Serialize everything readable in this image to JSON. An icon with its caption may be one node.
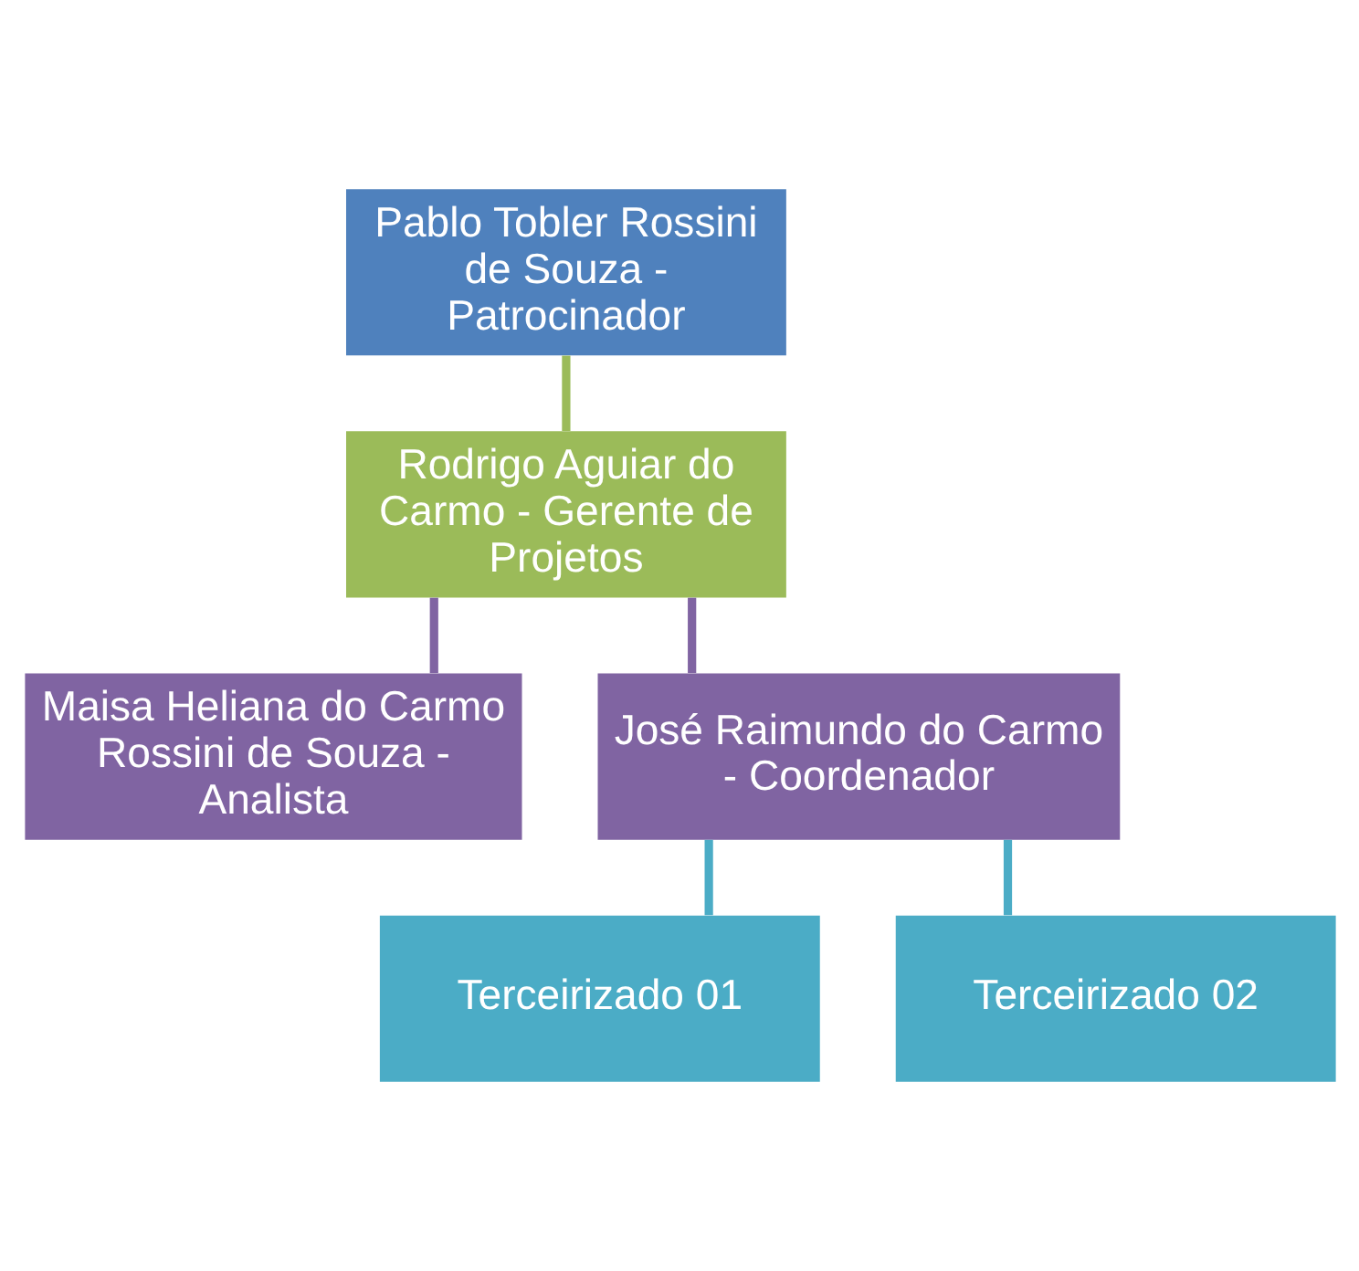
{
  "diagram": {
    "nodes": [
      {
        "text": [
          "Pablo Tobler Rossini de Souza - Patrocinador"
        ]
      },
      {
        "text": [
          "Rodrigo Aguiar do Carmo - Gerente de Projetos"
        ]
      },
      {
        "text": [
          "Maisa Heliana do Carmo Rossini de Souza - Analista"
        ]
      },
      {
        "text": [
          "José Raimundo do Carmo - Coordenador"
        ]
      },
      {
        "text": [
          "Terceirizado 01"
        ]
      },
      {
        "text": [
          "Terceirizado 02"
        ]
      }
    ],
    "edges": [
      {
        "from": 0,
        "to": 1,
        "arrow": "none",
        "color": "#9bbb59"
      },
      {
        "from": 1,
        "to": 2,
        "arrow": "none",
        "color": "#8064a2"
      },
      {
        "from": 1,
        "to": 3,
        "arrow": "none",
        "color": "#8064a2"
      },
      {
        "from": 3,
        "to": 4,
        "arrow": "none",
        "color": "#4bacc6"
      },
      {
        "from": 3,
        "to": 5,
        "arrow": "none",
        "color": "#4bacc6"
      }
    ]
  }
}
